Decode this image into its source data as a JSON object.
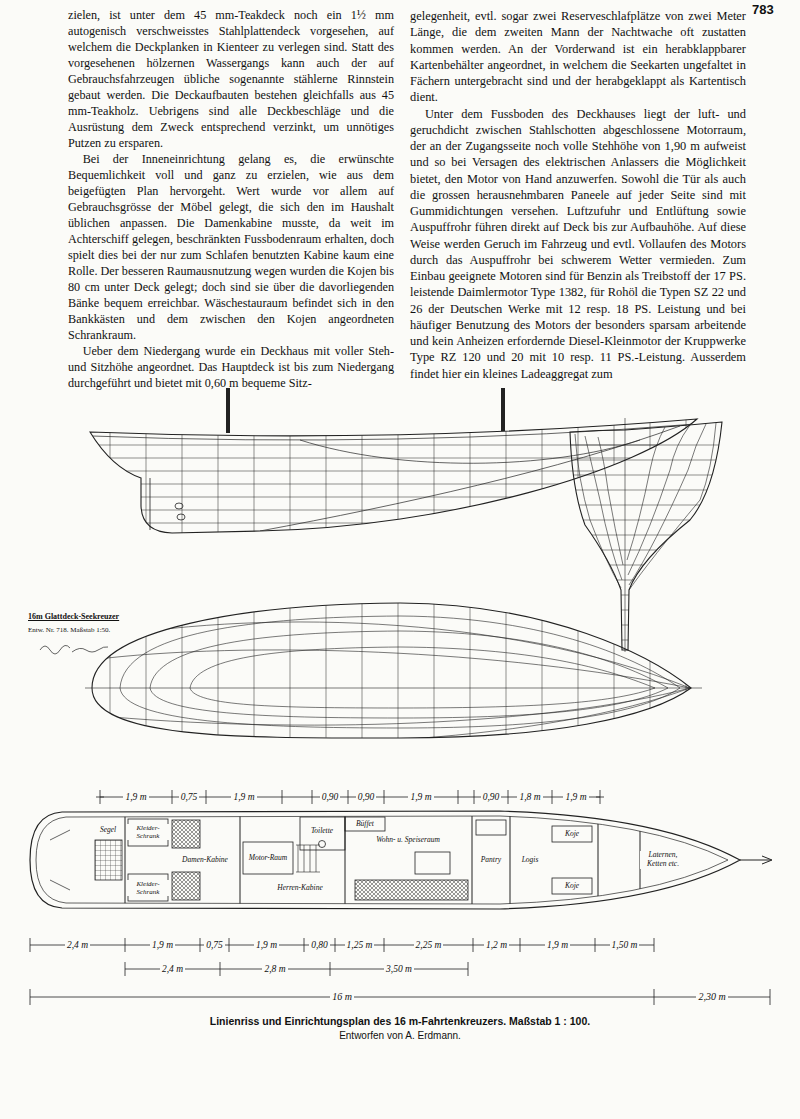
{
  "diagram": {
    "caption": "Linienriss und Einrichtungsplan des 16 m-Fahrtenkreuzers. Maßstab 1 : 100.",
    "nodes": [
      {
        "text": [
          "Damen-Kabine"
        ]
      },
      {
        "text": [
          "Toilette"
        ]
      },
      {
        "text": [
          "Motor-Raum"
        ]
      },
      {
        "text": [
          "Herren-Kabine"
        ]
      },
      {
        "text": [
          "Wohn- u. Speiseraum"
        ]
      },
      {
        "text": [
          "Pantry"
        ]
      },
      {
        "text": [
          "Logis"
        ]
      },
      {
        "text": [
          "Laternen, Ketten etc."
        ]
      }
    ],
    "labels": [
      "783",
      "zielen, ist unter dem 45 mm-Teakdeck noch ein 1½ mm autogenisch verschweisstes Stahlplattendeck vorgesehen, auf welchem die Deckplanken in Kienteer zu verlegen sind. Statt des vorgesehenen hölzernen Wassergangs kann auch der auf Gebrauchsfahrzeugen übliche sogenannte stählerne Rinnstein gebaut werden. Die Deckaufbauten bestehen gleichfalls aus 45 mm-Teakholz. Uebrigens sind alle Deckbeschläge und die Ausrüstung dem Zweck entsprechend verzinkt, um unnötiges Putzen zu ersparen.",
      "Bei der Inneneinrichtung gelang es, die erwünschte Bequemlichkeit voll und ganz zu erzielen, wie aus dem beigefügten Plan hervorgeht. Wert wurde vor allem auf Gebrauchsgrösse der Möbel gelegt, die sich den im Haushalt üblichen anpassen. Die Damenkabine musste, da weit im Achterschiff gelegen, beschränkten Fussbodenraum erhalten, doch spielt dies bei der nur zum Schlafen benutzten Kabine kaum eine Rolle. Der besseren Raumausnutzung wegen wurden die Kojen bis 80 cm unter Deck gelegt; doch sind sie über die davorliegenden Bänke bequem erreichbar. Wäschestauraum befindet sich in den Bankkästen und dem zwischen den Kojen angeordneten Schrankraum.",
      "Ueber dem Niedergang wurde ein Deckhaus mit voller Steh- und Sitzhöhe angeordnet. Das Hauptdeck ist bis zum Niedergang durchgeführt und bietet mit 0,60 m bequeme Sitz-",
      "gelegenheit, evtl. sogar zwei Reserveschlafplätze von zwei Meter Länge, die dem zweiten Mann der Nachtwache oft zustatten kommen werden. An der Vorderwand ist ein herabklappbarer Kartenbehälter angeordnet, in welchem die Seekarten ungefaltet in Fächern untergebracht sind und der herabgeklappt als Kartentisch dient.",
      "Unter dem Fussboden des Deckhauses liegt der luft- und geruchdicht zwischen Stahlschotten abgeschlossene Motorraum, der an der Zugangsseite noch volle Stehhöhe von 1,90 m aufweist und so bei Versagen des elektrischen Anlassers die Möglichkeit bietet, den Motor von Hand anzuwerfen. Sowohl die Tür als auch die grossen herausnehmbaren Paneele auf jeder Seite sind mit Gummidichtungen versehen. Luftzufuhr und Entlüftung sowie Auspuffrohr führen direkt auf Deck bis zur Aufbauhöhe. Auf diese Weise werden Geruch im Fahrzeug und evtl. Vollaufen des Motors durch das Auspuffrohr bei schwerem Wetter vermieden. Zum Einbau geeignete Motoren sind für Benzin als Treibstoff der 17 PS. leistende Daimlermotor Type 1382, für Rohöl die Typen SZ 22 und 26 der Deutschen Werke mit 12 resp. 18 PS. Leistung und bei häufiger Benutzung des Motors der besonders sparsam arbeitende und kein Anheizen erfordernde Diesel-Kleinmotor der Kruppwerke Type RZ 120 und 20 mit 10 resp. 11 PS.-Leistung. Ausserdem findet hier ein kleines Ladeaggregat zum",
      "16m Glattdeck-Seekreuzer",
      "Entw. Nr. 718. Maßstab 1:50.",
      "1,9 m",
      "0,75",
      "1,9 m",
      "0,90",
      "0,90",
      "1,9 m",
      "0,90",
      "1,8 m",
      "1,9 m",
      "2,4 m",
      "1,9 m",
      "0,75",
      "1,9 m",
      "0,80",
      "1,25 m",
      "2,25 m",
      "1,2 m",
      "1,9 m",
      "1,50 m",
      "2,4 m",
      "2,8 m",
      "3,50 m",
      "16 m",
      "2,30 m",
      "Segel",
      "Kleider-Schrank",
      "Kleider-Schrank",
      "Büffet",
      "Koje",
      "Koje",
      "Entworfen von A. Erdmann."
    ]
  }
}
